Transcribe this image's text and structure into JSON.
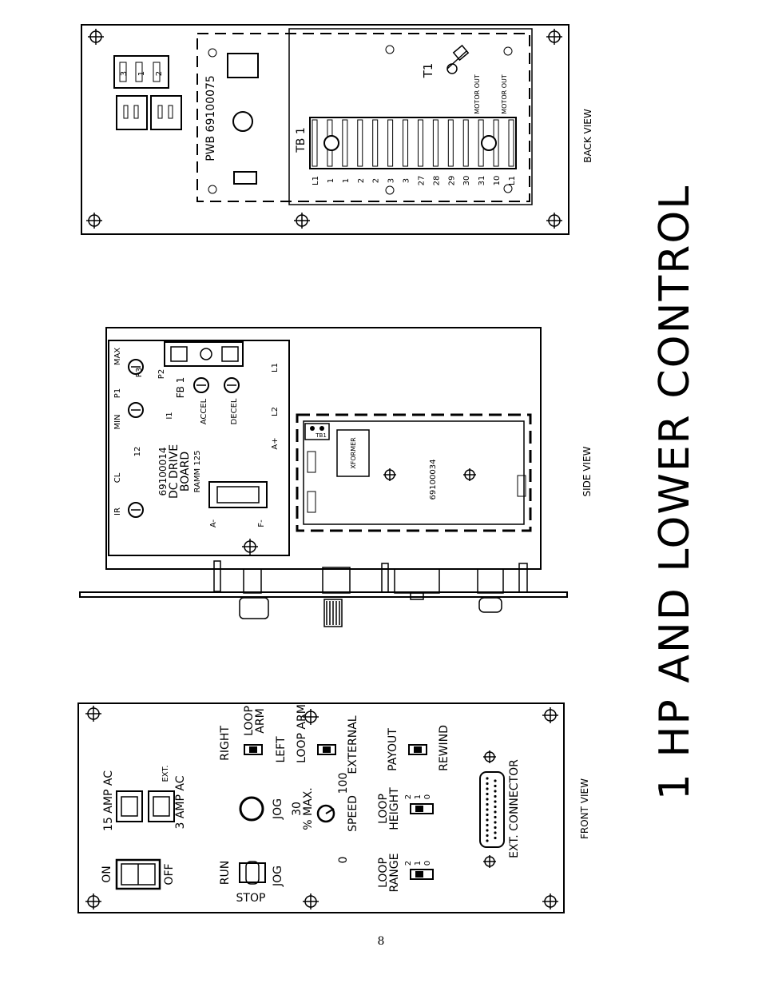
{
  "title": "1 HP AND LOWER CONTROL",
  "page_number": "8",
  "back_view": {
    "caption": "BACK VIEW",
    "pwb": "PWB 69100075",
    "tb": "TB 1",
    "t1": "T1",
    "terminals": [
      "L1",
      "1",
      "1",
      "2",
      "2",
      "3",
      "3",
      "27",
      "28",
      "29",
      "30",
      "31",
      "10",
      "L1"
    ],
    "motor_out_1": "MOTOR OUT",
    "motor_out_2": "MOTOR OUT",
    "receptacle_pins": [
      "3",
      "1",
      "2"
    ]
  },
  "side_view": {
    "caption": "SIDE VIEW",
    "board_part": "69100014",
    "board_name_1": "DC DRIVE",
    "board_name_2": "BOARD",
    "board_model": "RAMM 125",
    "pots": [
      "MAX",
      "P3",
      "P1",
      "MIN",
      "12",
      "CL",
      "IR"
    ],
    "p2": "P2",
    "i1": "I1",
    "fb1": "FB 1",
    "accel": "ACCEL",
    "decel": "DECEL",
    "l1": "L1",
    "l2": "L2",
    "a_plus": "A+",
    "a_minus": "A-",
    "f_minus": "F-",
    "xformer": "XFORMER",
    "sub_board": "69100034",
    "tb1": "TB1"
  },
  "front_view": {
    "caption": "FRONT VIEW",
    "on": "ON",
    "off": "OFF",
    "fuse_15": "15 AMP AC",
    "ext": "EXT.",
    "fuse_3": "3 AMP AC",
    "run": "RUN",
    "stop": "STOP",
    "jog_sw": "JOG",
    "jog_btn": "JOG",
    "right": "RIGHT",
    "loop_arm_1": "LOOP",
    "loop_arm_2": "ARM",
    "left": "LEFT",
    "loop_arm_ext": "LOOP ARM",
    "external": "EXTERNAL",
    "pct_30": "30",
    "pct_max": "% MAX.",
    "pct_100": "100",
    "zero": "0",
    "speed": "SPEED",
    "payout": "PAYOUT",
    "rewind": "REWIND",
    "loop_height_1": "LOOP",
    "loop_height_2": "HEIGHT",
    "loop_range_1": "LOOP",
    "loop_range_2": "RANGE",
    "switch_positions": [
      "2",
      "1",
      "0"
    ],
    "ext_connector": "EXT. CONNECTOR"
  }
}
